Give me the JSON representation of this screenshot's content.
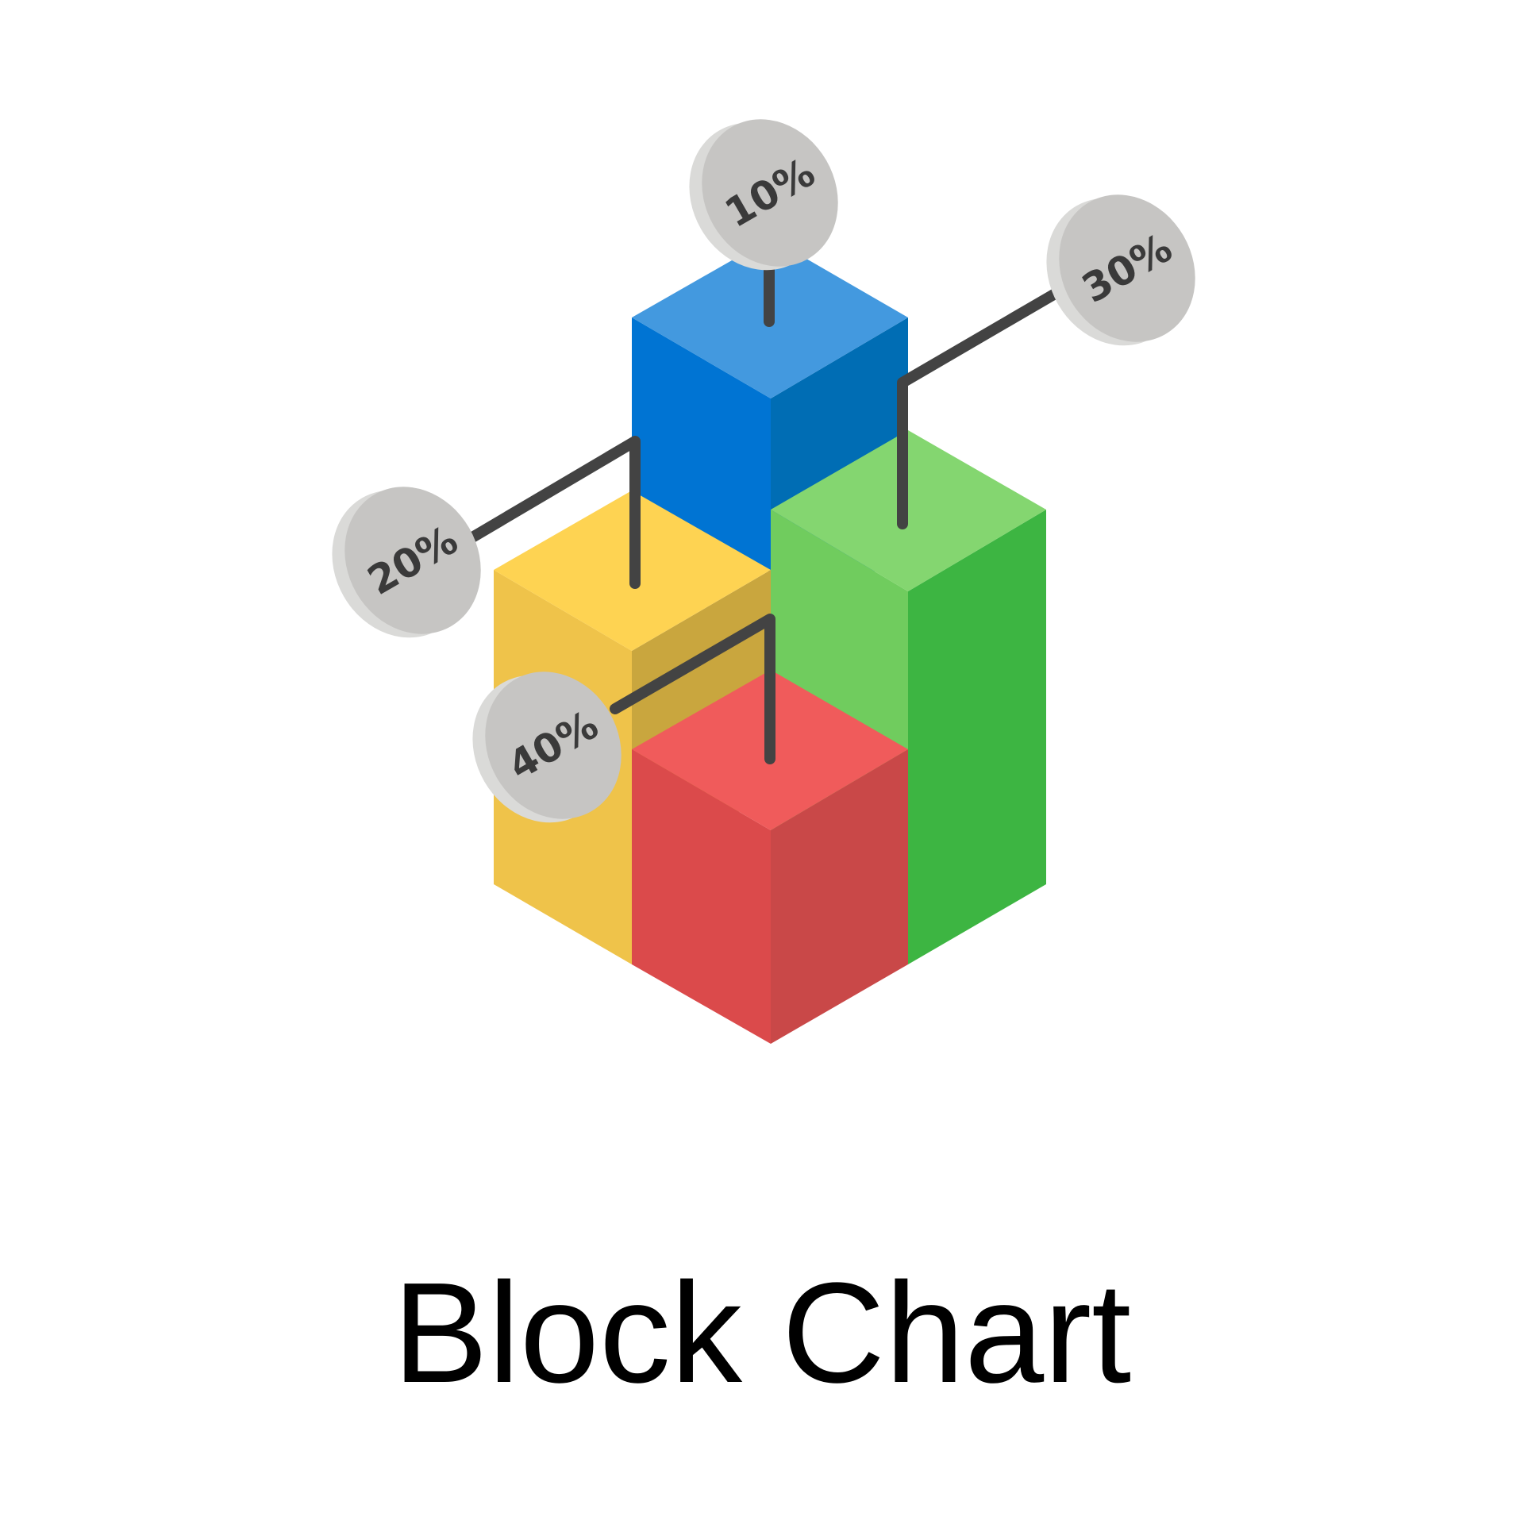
{
  "illustration": {
    "blocks": [
      {
        "name": "blue-block",
        "colors": {
          "top": "#4399df",
          "left": "#0074d3",
          "right": "#006db4"
        }
      },
      {
        "name": "yellow-block",
        "colors": {
          "top": "#fed352",
          "left": "#efc34a",
          "right": "#c9a63e"
        }
      },
      {
        "name": "green-block",
        "colors": {
          "top": "#84d670",
          "left": "#70cc5e",
          "right": "#3db542"
        }
      },
      {
        "name": "red-block",
        "colors": {
          "top": "#f05b5b",
          "left": "#db4a4b",
          "right": "#c94848"
        }
      }
    ],
    "badges": [
      {
        "name": "badge-10",
        "label": "10%"
      },
      {
        "name": "badge-20",
        "label": "20%"
      },
      {
        "name": "badge-30",
        "label": "30%"
      },
      {
        "name": "badge-40",
        "label": "40%"
      }
    ],
    "colors": {
      "connector": "#434343",
      "badge_face": "#c6c5c3",
      "badge_edge": "#dadad8",
      "badge_text": "#3a3a3a"
    }
  },
  "caption": "Block Chart"
}
